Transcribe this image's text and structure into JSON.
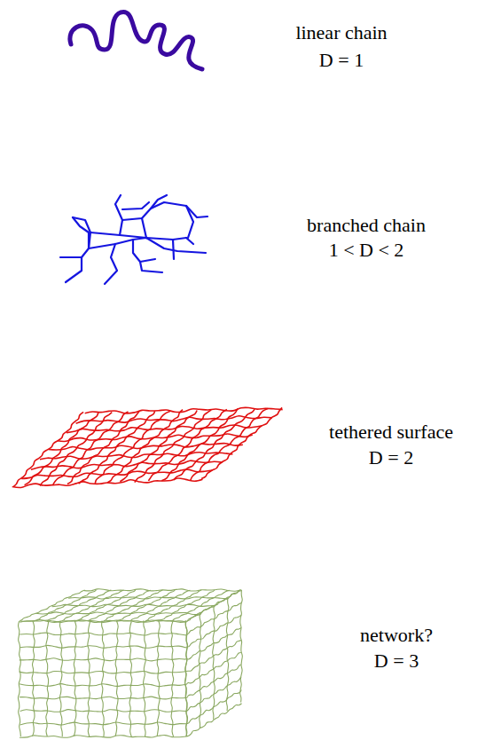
{
  "diagram": {
    "labels": [
      "linear chain",
      "D = 1",
      "branched chain",
      "1 < D < 2",
      "tethered surface",
      "D = 2",
      "network?",
      "D = 3"
    ]
  }
}
